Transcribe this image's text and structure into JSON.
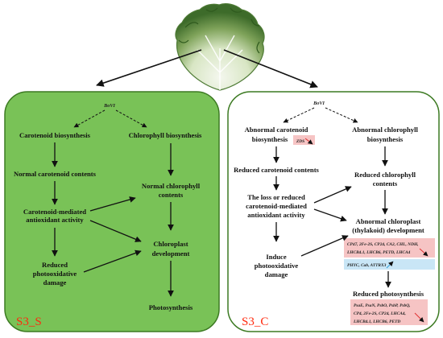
{
  "colors": {
    "left_panel_fill": "#79c257",
    "panel_stroke": "#3c7a22",
    "pink_box": "#f6c4c4",
    "blue_box": "#c9e6f6",
    "down_arrow": "#e03030",
    "up_arrow": "#2f9fd8",
    "panel_label": "#ff2a0e"
  },
  "icons": {
    "leaf": "kale-leaf-image",
    "down": "red-down-arrow-icon",
    "up": "blue-up-arrow-icon"
  },
  "left": {
    "gene": "BoVI",
    "carotenoid_biosynthesis": "Carotenoid biosynthesis",
    "chlorophyll_biosynthesis": "Chlorophyll biosynthesis",
    "normal_carotenoid": "Normal carotenoid contents",
    "antioxidant_l1": "Carotenoid-mediated",
    "antioxidant_l2": "antioxidant activity",
    "normal_chlorophyll_l1": "Normal chlorophyll",
    "normal_chlorophyll_l2": "contents",
    "chloroplast_l1": "Chloroplast",
    "chloroplast_l2": "development",
    "reduced_damage_l1": "Reduced",
    "reduced_damage_l2": "photooxidative",
    "reduced_damage_l3": "damage",
    "photosynthesis": "Photosynthesis",
    "label": "S3_S"
  },
  "right": {
    "gene": "BoVI",
    "abnormal_carotenoid_l1": "Abnormal carotenoid",
    "abnormal_carotenoid_l2": "biosynthesis",
    "zds": "ZDS",
    "abnormal_chlorophyll_l1": "Abnormal chlorophyll",
    "abnormal_chlorophyll_l2": "biosynthesis",
    "reduced_carotenoid": "Reduced carotenoid contents",
    "loss_l1": "The loss or reduced",
    "loss_l2": "carotenoid-mediated",
    "loss_l3": "antioxidant activity",
    "reduced_chlorophyll_l1": "Reduced chlorophyll",
    "reduced_chlorophyll_l2": "contents",
    "abnormal_chloroplast_l1": "Abnormal chloroplast",
    "abnormal_chloroplast_l2": "(thylakoid) development",
    "down_genes_l1": "CP47, 2Fe-2S, CP24, CA2, CHL, NDH,",
    "down_genes_l2": "LHCB4.1, LHCB6, PETD, LHCA4",
    "up_genes": "PHYC, Cab, ATTRX3",
    "induce_l1": "Induce",
    "induce_l2": "photooxidative",
    "induce_l3": "damage",
    "reduced_photosynthesis": "Reduced photosynthesis",
    "ps_genes_l1": "PsaE, PsaN, PsbO, PsbP, PsbQ,",
    "ps_genes_l2": "CP4, 2Fe-2S, CP24, LHCA4,",
    "ps_genes_l3": "LHCB4.1, LHCB6, PETD",
    "label": "S3_C"
  }
}
